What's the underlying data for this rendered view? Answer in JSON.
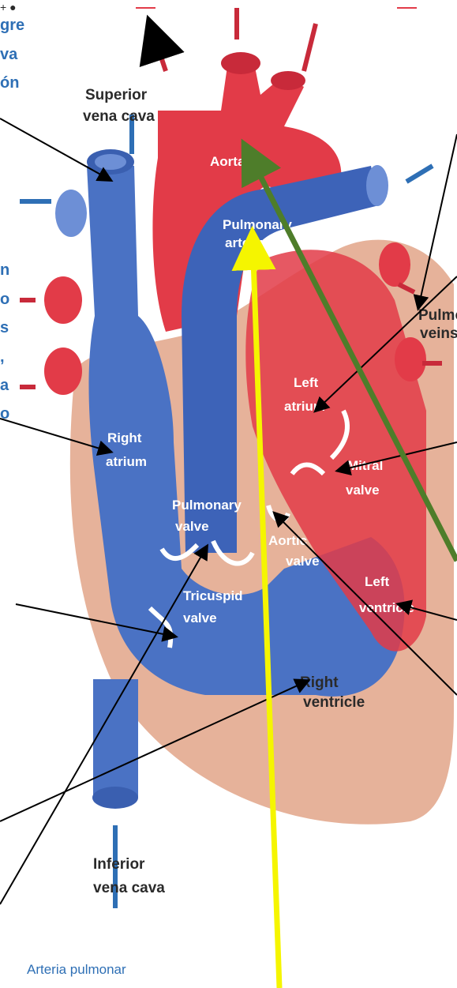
{
  "labels": {
    "superior_vena_cava": [
      "Superior",
      "vena cava"
    ],
    "aorta": "Aorta",
    "pulmonary_artery": [
      "Pulmonary",
      "artery"
    ],
    "pulmonary_veins": [
      "Pulmonary",
      "veins"
    ],
    "left_atrium": [
      "Left",
      "atrium"
    ],
    "right_atrium": [
      "Right",
      "atrium"
    ],
    "pulmonary_valve": [
      "Pulmonary",
      "valve"
    ],
    "mitral_valve": [
      "Mitral",
      "valve"
    ],
    "aortic_valve": [
      "Aortic",
      "valve"
    ],
    "tricuspid_valve": [
      "Tricuspid",
      "valve"
    ],
    "left_ventricle": [
      "Left",
      "ventricle"
    ],
    "right_ventricle": [
      "Right",
      "ventricle"
    ],
    "inferior_vena_cava": [
      "Inferior",
      "vena cava"
    ]
  },
  "side_text": {
    "top_left": [
      "gre",
      "va",
      "ón"
    ],
    "left_fragments": [
      "n",
      "o",
      "s",
      ",",
      "a",
      "o"
    ]
  },
  "caption": "Arteria pulmonar",
  "colors": {
    "oxygenated": "#e23b48",
    "deoxygenated": "#4a72c4",
    "tissue": "#e6b29a",
    "yellow_arrow": "#f5f500",
    "green_arrow": "#4e7d2a",
    "link_blue": "#2e6fb5"
  }
}
